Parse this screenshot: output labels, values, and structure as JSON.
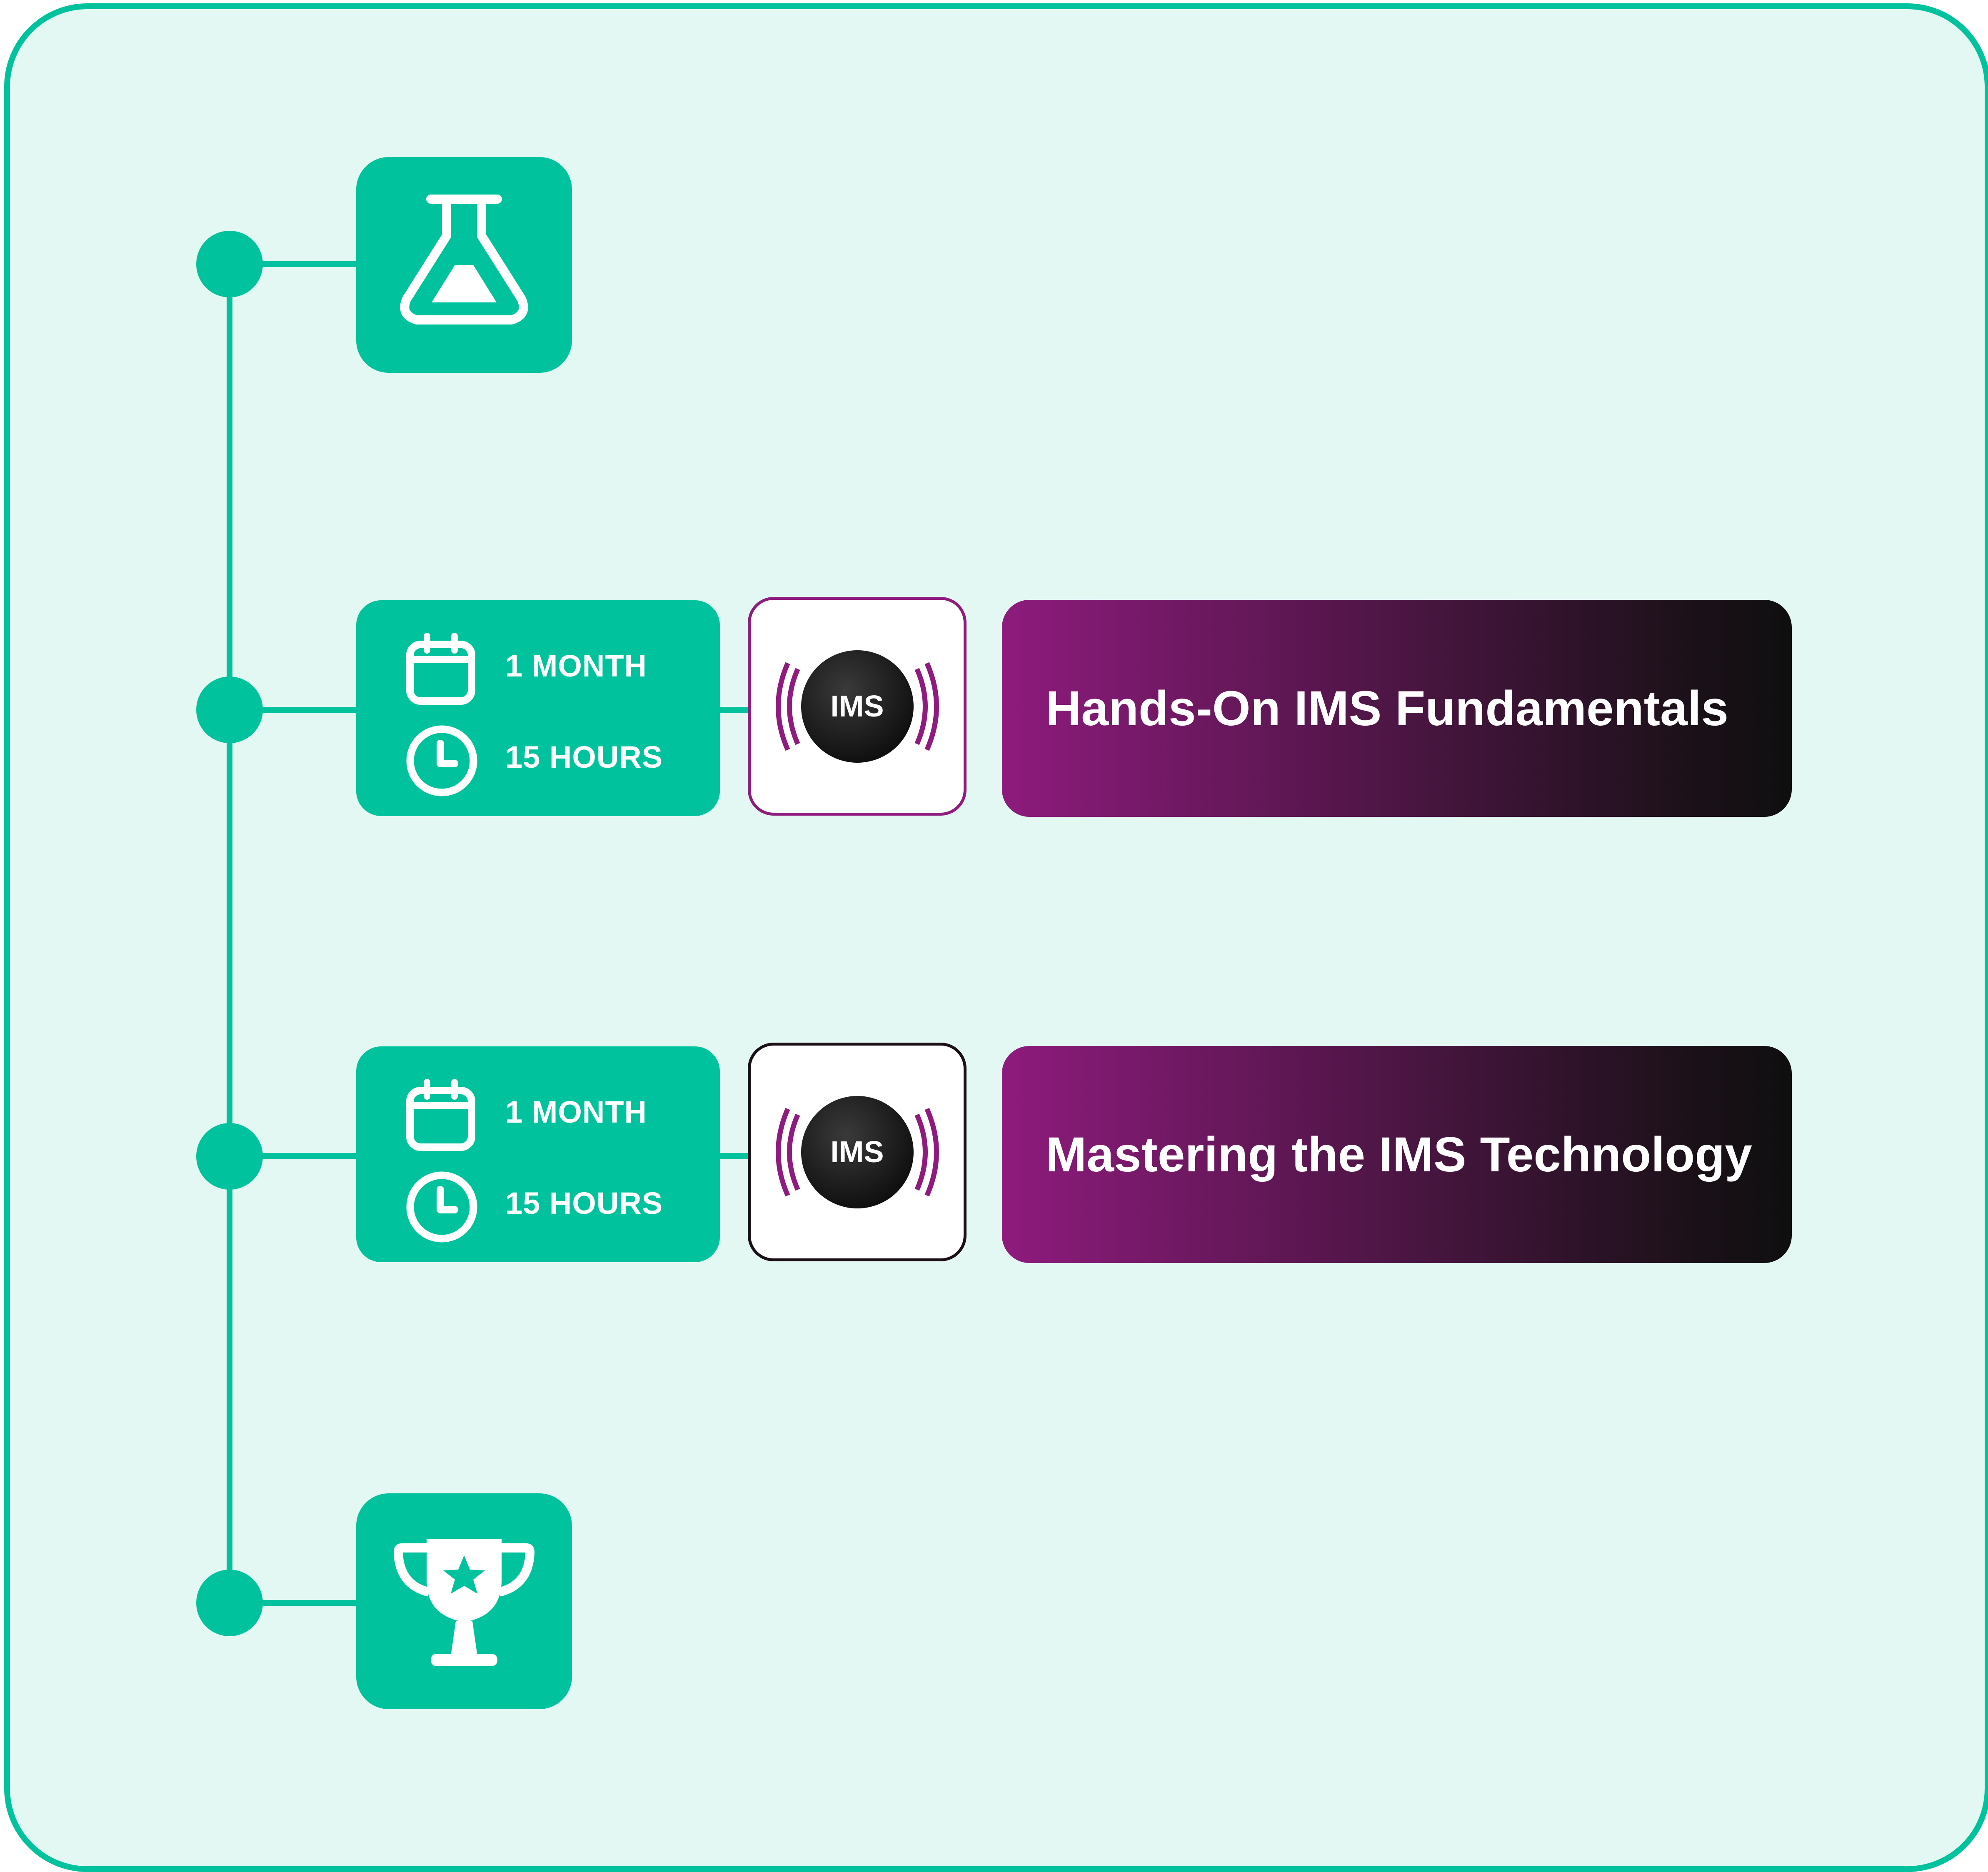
{
  "colors": {
    "accent": "#00c29d",
    "background": "#e3f8f3",
    "banner_start": "#8e1b7d",
    "banner_end": "#0f0f0f"
  },
  "start": {
    "icon": "flask-icon"
  },
  "courses": [
    {
      "duration": "1 MONTH",
      "hours": "15 HOURS",
      "logo_text": "IMS",
      "title": "Hands-On IMS Fundamentals"
    },
    {
      "duration": "1 MONTH",
      "hours": "15 HOURS",
      "logo_text": "IMS",
      "title": "Mastering the IMS Technology"
    }
  ],
  "finish": {
    "icon": "trophy-icon"
  }
}
